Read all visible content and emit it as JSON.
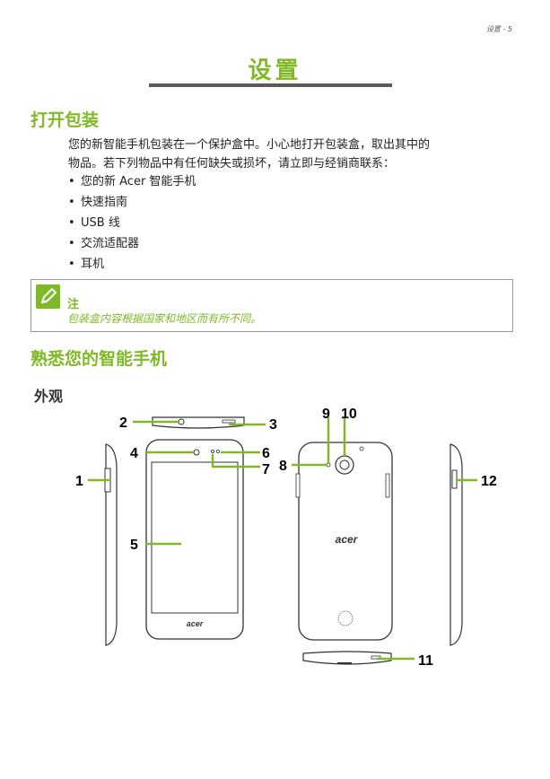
{
  "header": {
    "page_label": "设置 - 5"
  },
  "title": "设置",
  "section1": {
    "heading": "打开包装",
    "paragraph_line1": "您的新智能手机包装在一个保护盒中。小心地打开包装盒，取出其中的",
    "paragraph_line2": "物品。若下列物品中有任何缺失或损坏，请立即与经销商联系：",
    "items": [
      "您的新 Acer 智能手机",
      "快速指南",
      "USB 线",
      "交流适配器",
      "耳机"
    ]
  },
  "note": {
    "title": "注",
    "text": "包装盒内容根据国家和地区而有所不同。",
    "icon": "pencil-icon"
  },
  "section2": {
    "heading": "熟悉您的智能手机",
    "subheading": "外观"
  },
  "figure": {
    "callouts": [
      "1",
      "2",
      "3",
      "4",
      "5",
      "6",
      "7",
      "8",
      "9",
      "10",
      "11",
      "12"
    ],
    "front_logo": "acer",
    "back_logo": "acer"
  },
  "colors": {
    "accent": "#80b927",
    "rule": "#5a5a5a",
    "text": "#222222"
  }
}
